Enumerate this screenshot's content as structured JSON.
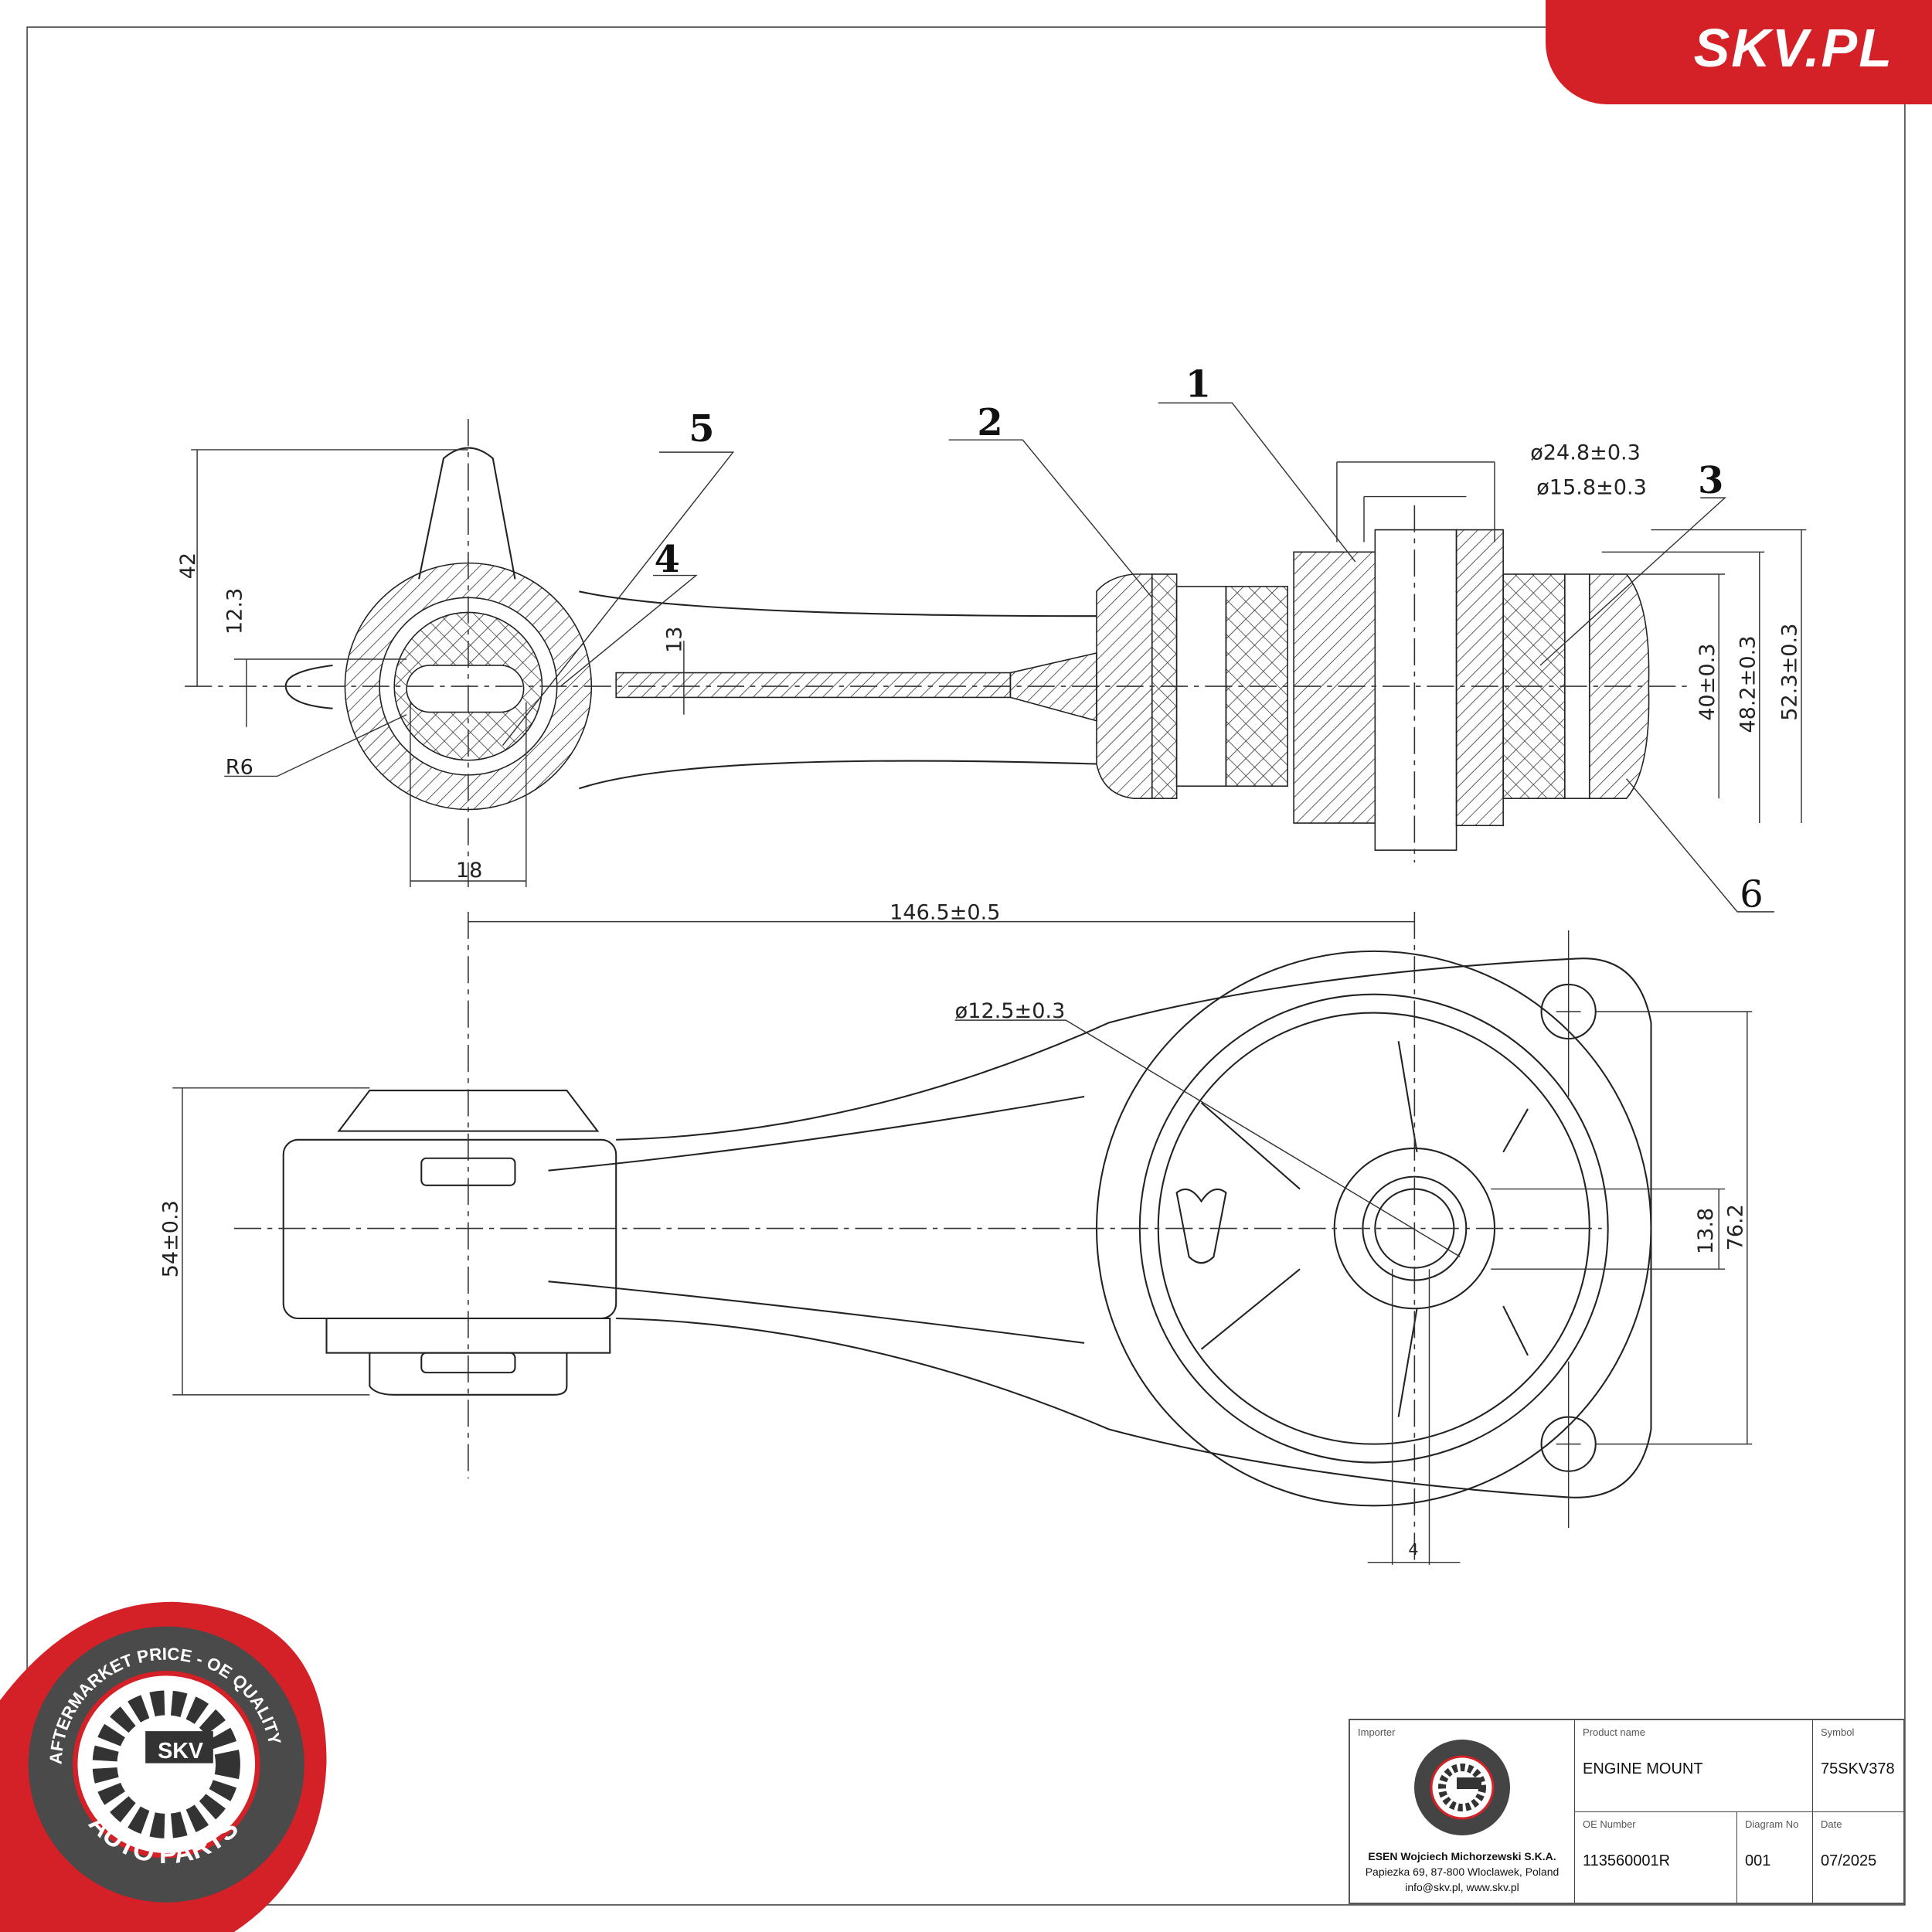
{
  "brand": {
    "logo_text": "SKV.PL",
    "accent": "#d42027"
  },
  "seal": {
    "text_top": "AFTERMARKET PRICE - OE QUALITY",
    "text_center": "SKV",
    "text_bottom": "AUTO PARTS"
  },
  "drawing": {
    "callouts": [
      "1",
      "2",
      "3",
      "4",
      "5",
      "6"
    ],
    "dims": {
      "h42": "42",
      "h12_3": "12.3",
      "h13": "13",
      "r6": "R6",
      "w18": "18",
      "len": "146.5±0.5",
      "d24": "ø24.8±0.3",
      "d15": "ø15.8±0.3",
      "h40": "40±0.3",
      "h48": "48.2±0.3",
      "h52": "52.3±0.3",
      "d12": "ø12.5±0.3",
      "h54": "54±0.3",
      "h13_8": "13.8",
      "h76": "76.2",
      "w4": "4"
    }
  },
  "title_block": {
    "importer_label": "Importer",
    "importer_name": "ESEN Wojciech Michorzewski S.K.A.",
    "importer_address": "Papiezka 69, 87-800 Wloclawek, Poland",
    "importer_contact": "info@skv.pl, www.skv.pl",
    "product_name_label": "Product name",
    "product_name": "ENGINE MOUNT",
    "symbol_label": "Symbol",
    "symbol": "75SKV378",
    "oe_label": "OE Number",
    "oe": "113560001R",
    "diagram_label": "Diagram No",
    "diagram": "001",
    "date_label": "Date",
    "date": "07/2025"
  }
}
